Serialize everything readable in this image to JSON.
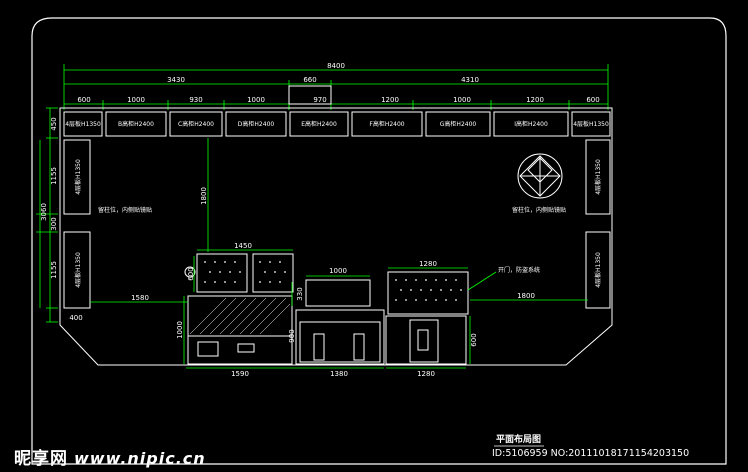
{
  "drawing": {
    "title": "平面布局图",
    "overall_width": "8400",
    "segments_top": [
      "3430",
      "660",
      "4310"
    ],
    "segments_cabinets": [
      "600",
      "1000",
      "930",
      "1000",
      "970",
      "1200",
      "1000",
      "1200",
      "600"
    ],
    "wall_cabinets": [
      {
        "label": "4层板H1350"
      },
      {
        "label": "B高柜H2400"
      },
      {
        "label": "C高柜H2400"
      },
      {
        "label": "D高柜H2400"
      },
      {
        "label": "E高柜H2400"
      },
      {
        "label": "F高柜H2400"
      },
      {
        "label": "G高柜H2400"
      },
      {
        "label": "I高柜H2400"
      },
      {
        "label": "4层板H1350"
      }
    ],
    "side_cabinets": [
      {
        "label": "4层板H1350"
      },
      {
        "label": "4层板H1350"
      },
      {
        "label": "4层板H1350"
      },
      {
        "label": "4层板H1350"
      }
    ],
    "left_vertical_dims": [
      "450",
      "1155",
      "3060",
      "300",
      "1155",
      "400"
    ],
    "center_vertical_dim": "1800",
    "notes": {
      "left_pillar": "留柱位，内侧贴镜贴",
      "right_pillar": "留柱位，内侧贴镜贴",
      "door": "开门，防盗系统"
    },
    "island_dims": {
      "left_top_width": "1450",
      "left_display_depth": "600",
      "left_counter_depth": "1000",
      "left_offset": "1580",
      "left_bottom_width": "1590",
      "middle_top_width": "1000",
      "middle_offset": "330",
      "middle_depth": "900",
      "middle_bottom_width": "1380",
      "right_top_width": "1280",
      "right_depth": "600",
      "right_bottom_width": "1280",
      "right_offset": "1800"
    }
  },
  "watermark": {
    "logo": "昵享网",
    "url": "www.nipic.cn",
    "id_text": "ID:5106959 NO:20111018171154203150"
  },
  "colors": {
    "line": "#ffffff",
    "dimension": "#00ff00",
    "leader": "#00ff00",
    "background": "#000000"
  }
}
